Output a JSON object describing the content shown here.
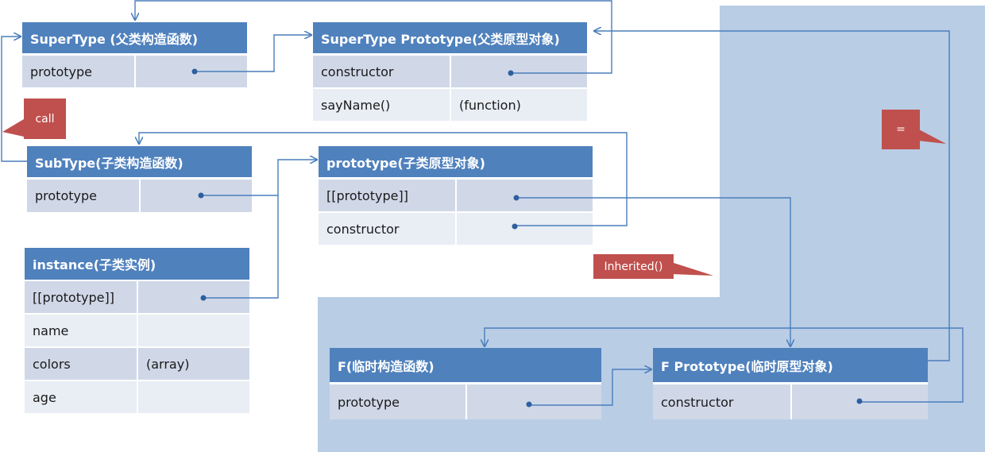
{
  "boxes": {
    "supertype": {
      "title": "SuperType (父类构造函数)",
      "rows": [
        {
          "name": "prototype",
          "value": ""
        }
      ]
    },
    "supertype_proto": {
      "title": "SuperType Prototype(父类原型对象)",
      "rows": [
        {
          "name": "constructor",
          "value": ""
        },
        {
          "name": "sayName()",
          "value": "(function)"
        }
      ]
    },
    "subtype": {
      "title": "SubType(子类构造函数)",
      "rows": [
        {
          "name": "prototype",
          "value": ""
        }
      ]
    },
    "subtype_proto": {
      "title": "prototype(子类原型对象)",
      "rows": [
        {
          "name": "[[prototype]]",
          "value": ""
        },
        {
          "name": "constructor",
          "value": ""
        }
      ]
    },
    "instance": {
      "title": "instance(子类实例)",
      "rows": [
        {
          "name": "[[prototype]]",
          "value": ""
        },
        {
          "name": "name",
          "value": ""
        },
        {
          "name": "colors",
          "value": "(array)"
        },
        {
          "name": "age",
          "value": ""
        }
      ]
    },
    "f_ctor": {
      "title": "F(临时构造函数)",
      "rows": [
        {
          "name": "prototype",
          "value": ""
        }
      ]
    },
    "f_proto": {
      "title": "F Prototype(临时原型对象)",
      "rows": [
        {
          "name": "constructor",
          "value": ""
        }
      ]
    }
  },
  "callouts": {
    "call": "call",
    "equals": "=",
    "inherited": "Inherited()"
  },
  "colors": {
    "header": "#4f81bd",
    "row_dark": "#d0d8e8",
    "row_light": "#e9edf4",
    "region": "#b9cde5",
    "callout": "#c0504d",
    "connector": "#4a7ebb"
  }
}
